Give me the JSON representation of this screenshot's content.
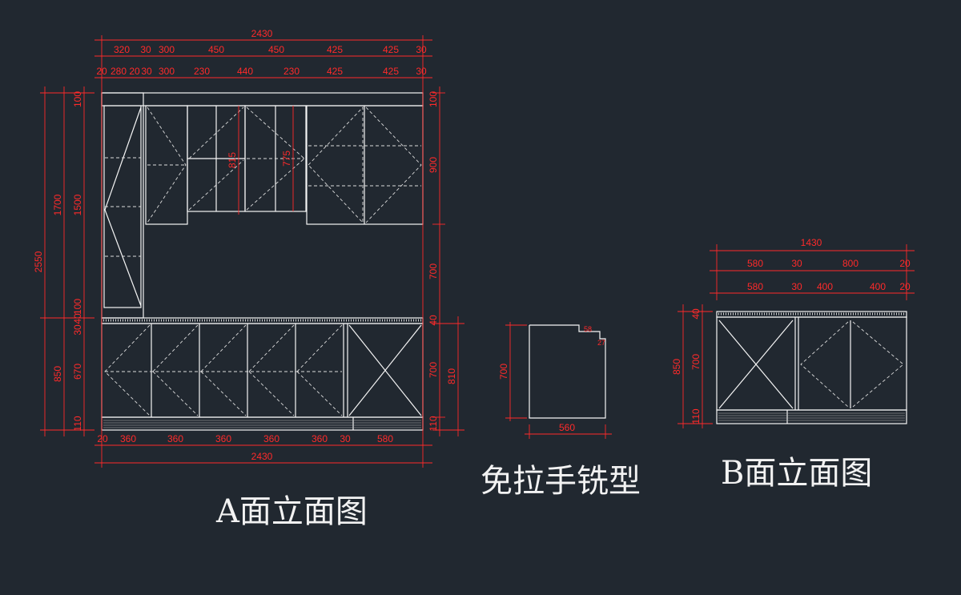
{
  "captions": {
    "a_elevation": "A面立面图",
    "handle_free": "免拉手铣型",
    "b_elevation": "B面立面图"
  },
  "colors": {
    "background": "#212830",
    "dimension": "#ff2a2a",
    "linework": "#f5f5f5"
  },
  "dims_a": {
    "total_width": "2430",
    "top_row1": [
      "320",
      "30",
      "300",
      "450",
      "450",
      "425",
      "425",
      "30"
    ],
    "top_row2": [
      "20",
      "280",
      "20",
      "30",
      "300",
      "230",
      "440",
      "230",
      "425",
      "425",
      "30"
    ],
    "left_outer": [
      "2550"
    ],
    "left_mid": [
      "1700",
      "850"
    ],
    "left_inner": [
      "100",
      "1500",
      "100",
      "30",
      "40",
      "670",
      "110"
    ],
    "right_side": [
      "100",
      "900",
      "700",
      "40",
      "700",
      "110",
      "810"
    ],
    "inner_heights": [
      "815",
      "775"
    ],
    "bottom_row": [
      "20",
      "360",
      "360",
      "360",
      "360",
      "360",
      "30",
      "580"
    ],
    "bottom_total": "2430"
  },
  "dims_handle": {
    "height": "700",
    "width": "560",
    "notch_a": "58",
    "notch_b": "27"
  },
  "dims_b": {
    "total_width": "1430",
    "row1": [
      "580",
      "30",
      "800",
      "20"
    ],
    "row2": [
      "580",
      "30",
      "400",
      "400",
      "20"
    ],
    "left": [
      "850",
      "40",
      "700",
      "110"
    ]
  }
}
